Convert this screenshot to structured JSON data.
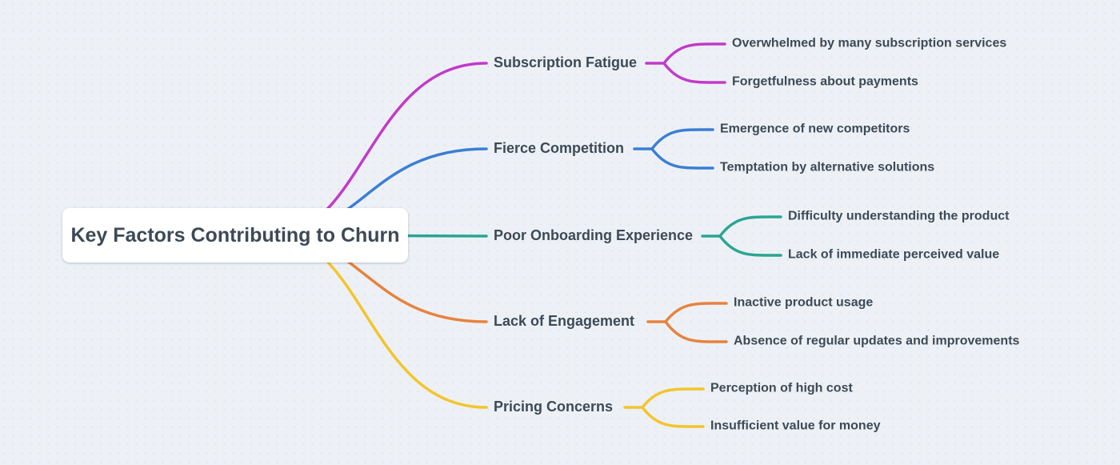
{
  "mindmap": {
    "root_label": "Key Factors Contributing to Churn",
    "branches": [
      {
        "label": "Subscription Fatigue",
        "color": "#c23ac9",
        "children": [
          "Overwhelmed by many subscription services",
          "Forgetfulness about payments"
        ]
      },
      {
        "label": "Fierce Competition",
        "color": "#3b7ed5",
        "children": [
          "Emergence of new competitors",
          "Temptation by alternative solutions"
        ]
      },
      {
        "label": "Poor Onboarding Experience",
        "color": "#2aa593",
        "children": [
          "Difficulty understanding the product",
          "Lack of immediate perceived value"
        ]
      },
      {
        "label": "Lack of Engagement",
        "color": "#e8823e",
        "children": [
          "Inactive product usage",
          "Absence of regular updates and improvements"
        ]
      },
      {
        "label": "Pricing Concerns",
        "color": "#f4c42c",
        "children": [
          "Perception of high cost",
          "Insufficient value for money"
        ]
      }
    ],
    "colors": {
      "background": "#edf1f6",
      "node_background": "#ffffff",
      "text": "#3d4a56"
    }
  }
}
